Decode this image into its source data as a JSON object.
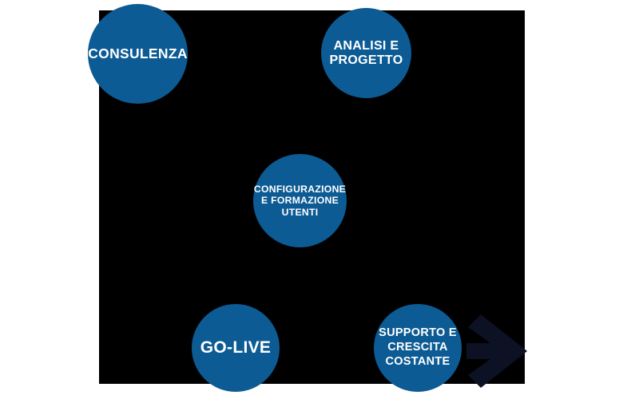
{
  "diagram": {
    "title": "",
    "background_color": "#ffffff",
    "panel_color": "#000000",
    "node_color": "#0c5b94",
    "node_text_color": "#ffffff",
    "arrow_color": "#0d1124",
    "nodes": [
      {
        "id": "consulenza",
        "label": "CONSULENZA",
        "order": 1
      },
      {
        "id": "analisi-progetto",
        "label": "ANALISI E\nPROGETTO",
        "order": 2
      },
      {
        "id": "configurazione-formazione-utenti",
        "label": "CONFIGURAZIONE\nE FORMAZIONE\nUTENTI",
        "order": 3
      },
      {
        "id": "go-live",
        "label": "GO-LIVE",
        "order": 4
      },
      {
        "id": "supporto-crescita-costante",
        "label": "SUPPORTO E\nCRESCITA\nCOSTANTE",
        "order": 5
      }
    ],
    "decorations": [
      {
        "id": "arrow-right",
        "icon": "arrow-right-icon"
      }
    ]
  }
}
